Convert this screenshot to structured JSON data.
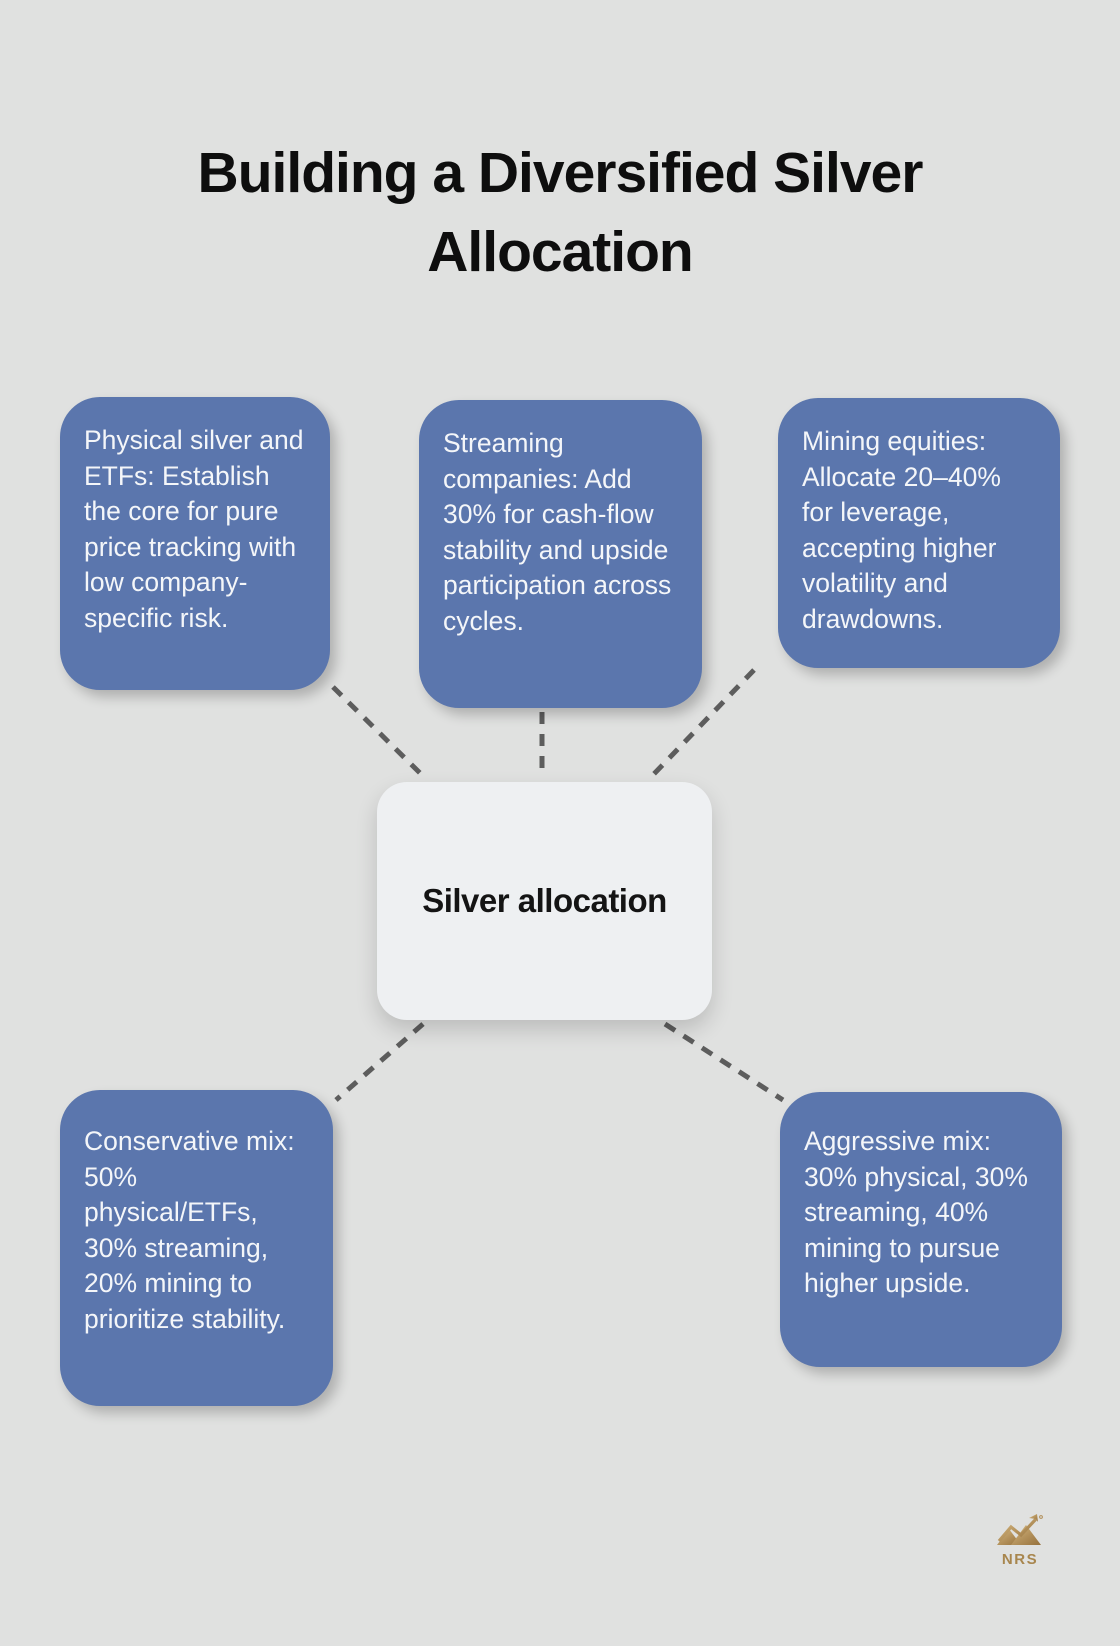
{
  "title": "Building a Diversified Silver Allocation",
  "center": {
    "label": "Silver allocation"
  },
  "nodes": [
    {
      "id": "physical-etfs",
      "text": "Physical silver and ETFs: Establish the core for pure price tracking with low company-specific risk."
    },
    {
      "id": "streaming",
      "text": "Streaming companies: Add 30% for cash-flow stability and upside participation across cycles."
    },
    {
      "id": "mining",
      "text": "Mining equities: Allocate 20–40% for leverage, accepting higher volatility and drawdowns."
    },
    {
      "id": "conservative",
      "text": "Conservative mix: 50% physical/ETFs, 30% streaming, 20% mining to prioritize stability."
    },
    {
      "id": "aggressive",
      "text": "Aggressive mix: 30% physical, 30% streaming, 40% mining to pursue higher upside."
    }
  ],
  "logo": {
    "text": "NRS"
  },
  "colors": {
    "background": "#e0e1e0",
    "node_fill": "#5b76ad",
    "node_text": "#f4f6f9",
    "center_fill": "#eef0f2",
    "center_text": "#141414",
    "connector": "#5d5d5d",
    "logo_gold": "#a8864e"
  }
}
